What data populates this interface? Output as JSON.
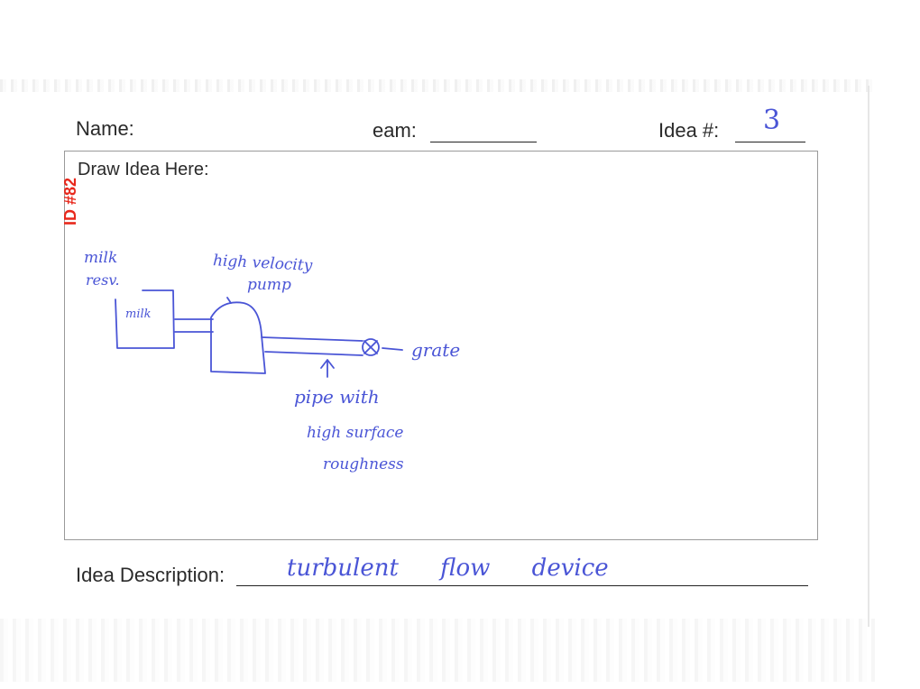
{
  "form": {
    "name_label": "Name:",
    "team_label": "eam:",
    "idea_num_label": "Idea #:",
    "idea_num_value": "3",
    "draw_label": "Draw Idea Here:",
    "description_label": "Idea Description:",
    "description_value": "turbulent flow device"
  },
  "stamp": {
    "id_text": "ID #82",
    "color": "#e8281c"
  },
  "sketch": {
    "ink_color": "#4a55d6",
    "reservoir_label_1": "milk",
    "reservoir_label_2": "resv.",
    "reservoir_inner_text": "milk",
    "pump_label_1": "high velocity",
    "pump_label_2": "pump",
    "grate_label": "grate",
    "pipe_label_1": "pipe with",
    "pipe_label_2": "high surface",
    "pipe_label_3": "roughness"
  }
}
